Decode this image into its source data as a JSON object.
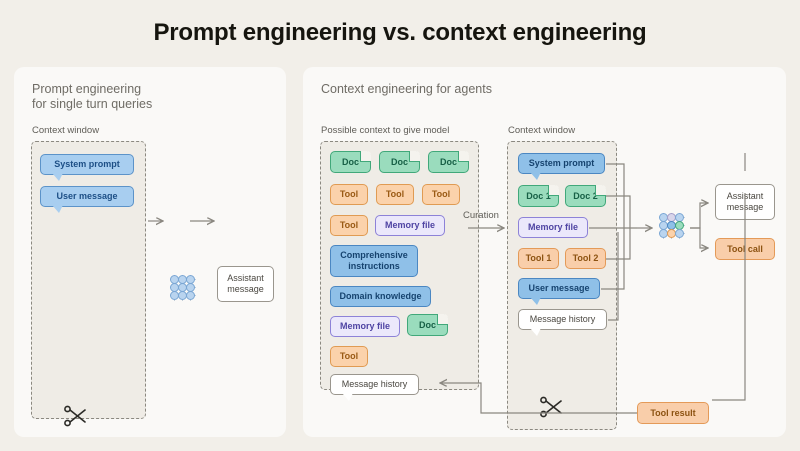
{
  "title": "Prompt engineering vs. context engineering",
  "panels": {
    "left": {
      "title": "Prompt engineering\nfor single turn queries",
      "context_window_label": "Context window",
      "items": [
        {
          "label": "System prompt",
          "type": "blue-bubble"
        },
        {
          "label": "User message",
          "type": "blue-bubble"
        }
      ],
      "model_icon": "model-dot-grid-icon",
      "output": {
        "label": "Assistant\nmessage",
        "type": "white-box"
      },
      "scissors_icon": "scissors-icon"
    },
    "right": {
      "title": "Context engineering for agents",
      "possible_context_label": "Possible context to give model",
      "context_window_label": "Context window",
      "curation_label": "Curation",
      "possible_context_items": [
        {
          "label": "Doc",
          "type": "doc"
        },
        {
          "label": "Doc",
          "type": "doc"
        },
        {
          "label": "Doc",
          "type": "doc"
        },
        {
          "label": "Tool",
          "type": "tool"
        },
        {
          "label": "Tool",
          "type": "tool"
        },
        {
          "label": "Tool",
          "type": "tool"
        },
        {
          "label": "Tool",
          "type": "tool"
        },
        {
          "label": "Memory file",
          "type": "memory"
        },
        {
          "label": "Comprehensive instructions",
          "type": "blue"
        },
        {
          "label": "Domain knowledge",
          "type": "blue"
        },
        {
          "label": "Memory file",
          "type": "memory"
        },
        {
          "label": "Doc",
          "type": "doc"
        },
        {
          "label": "Tool",
          "type": "tool"
        },
        {
          "label": "Message history",
          "type": "white-bubble"
        }
      ],
      "context_window_items": [
        {
          "label": "System prompt",
          "type": "blue-bubble"
        },
        {
          "label": "Doc 1",
          "type": "doc"
        },
        {
          "label": "Doc 2",
          "type": "doc"
        },
        {
          "label": "Memory file",
          "type": "memory"
        },
        {
          "label": "Tool 1",
          "type": "tool"
        },
        {
          "label": "Tool 2",
          "type": "tool"
        },
        {
          "label": "User message",
          "type": "blue-bubble"
        },
        {
          "label": "Message history",
          "type": "white-bubble"
        }
      ],
      "model_icon": "model-dot-grid-icon",
      "outputs": [
        {
          "label": "Assistant\nmessage",
          "type": "white-box"
        },
        {
          "label": "Tool call",
          "type": "orange-box"
        }
      ],
      "tool_result": {
        "label": "Tool result",
        "type": "orange-box"
      },
      "scissors_icon": "scissors-icon"
    }
  },
  "colors": {
    "page_bg": "#f2efe9",
    "panel_bg": "#faf9f7",
    "dashed_bg": "#efece6",
    "blue": "#a8cef0",
    "green": "#9adcbd",
    "orange": "#fbd2ab",
    "purple": "#ebe8fb",
    "white": "#ffffff",
    "line": "#8a8780",
    "text_dark": "#16150f",
    "text_muted": "#6f6c65"
  }
}
